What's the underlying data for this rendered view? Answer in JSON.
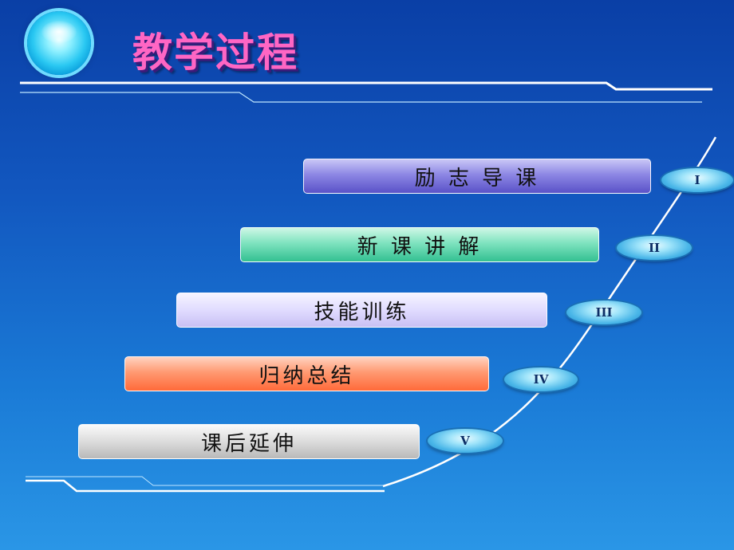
{
  "title": "教学过程",
  "steps": [
    {
      "label": "励 志 导 课",
      "numeral": "I",
      "color": "#6a63d4"
    },
    {
      "label": "新 课 讲 解",
      "numeral": "II",
      "color": "#3cc89a"
    },
    {
      "label": "技能训练",
      "numeral": "III",
      "color": "#ddd8fb"
    },
    {
      "label": "归纳总结",
      "numeral": "IV",
      "color": "#ff7a4a"
    },
    {
      "label": "课后延伸",
      "numeral": "V",
      "color": "#c8c8c8"
    }
  ]
}
